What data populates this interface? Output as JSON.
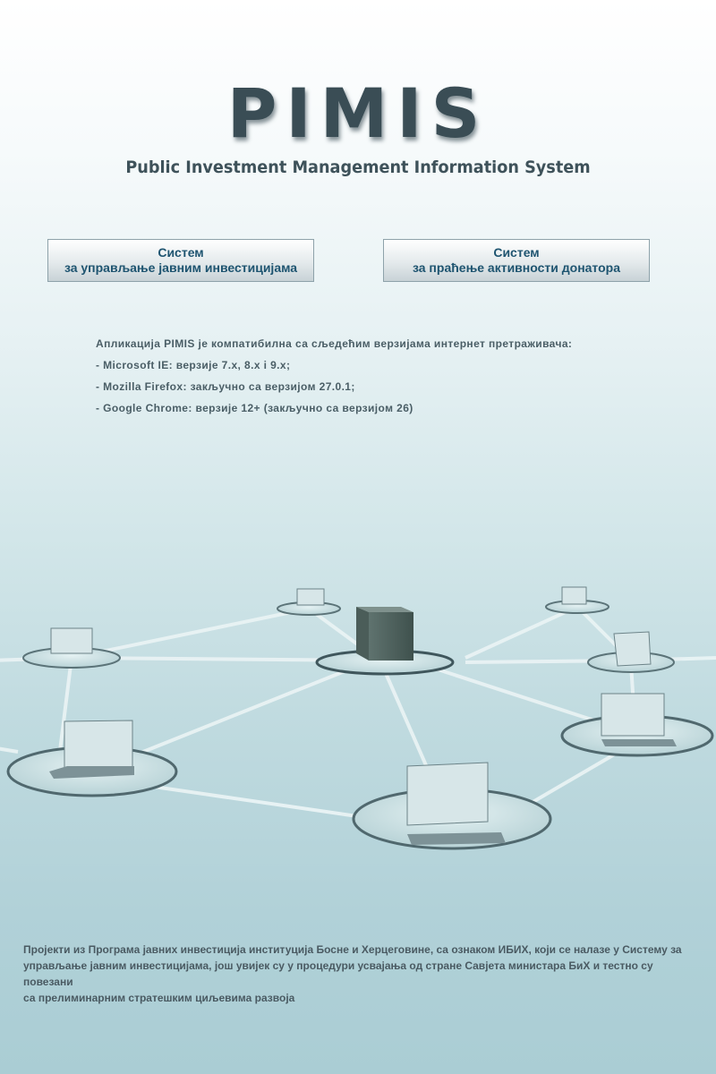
{
  "header": {
    "logo": "PIMIS",
    "subtitle": "Public Investment Management Information System"
  },
  "buttons": [
    {
      "line1": "Систем",
      "line2": "за управљање јавним инвестицијама"
    },
    {
      "line1": "Систем",
      "line2": "за праћење активности донатора"
    }
  ],
  "compatibility": {
    "intro": "Апликација PIMIS  је компатибилна са сљедећим верзијама интернет претраживача:",
    "items": [
      "- Microsoft IE: верзије 7.x, 8.x i 9.x;",
      "- Mozilla Firefox:  закључно са верзијом 27.0.1;",
      "- Google Chrome: верзије 12+ (закључно са верзијом 26)"
    ]
  },
  "illustration": {
    "icon": "network-illustration",
    "colors": {
      "platform": "#c5dfe2",
      "platform_edge": "#50686e",
      "server": "#52645f",
      "link": "#e8f2f3"
    }
  },
  "footer": {
    "lines": [
      "Пројекти из Програма јавних инвестиција институција Босне и Херцеговине, са ознаком ИБИХ, који се налазе у Систему за",
      "управљање јавним инвестицијама, још увијек су у процедури усвајања од стране Савјета министара БиХ и тестно су повезани",
      "са прелиминарним стратешким циљевима развоја"
    ]
  }
}
